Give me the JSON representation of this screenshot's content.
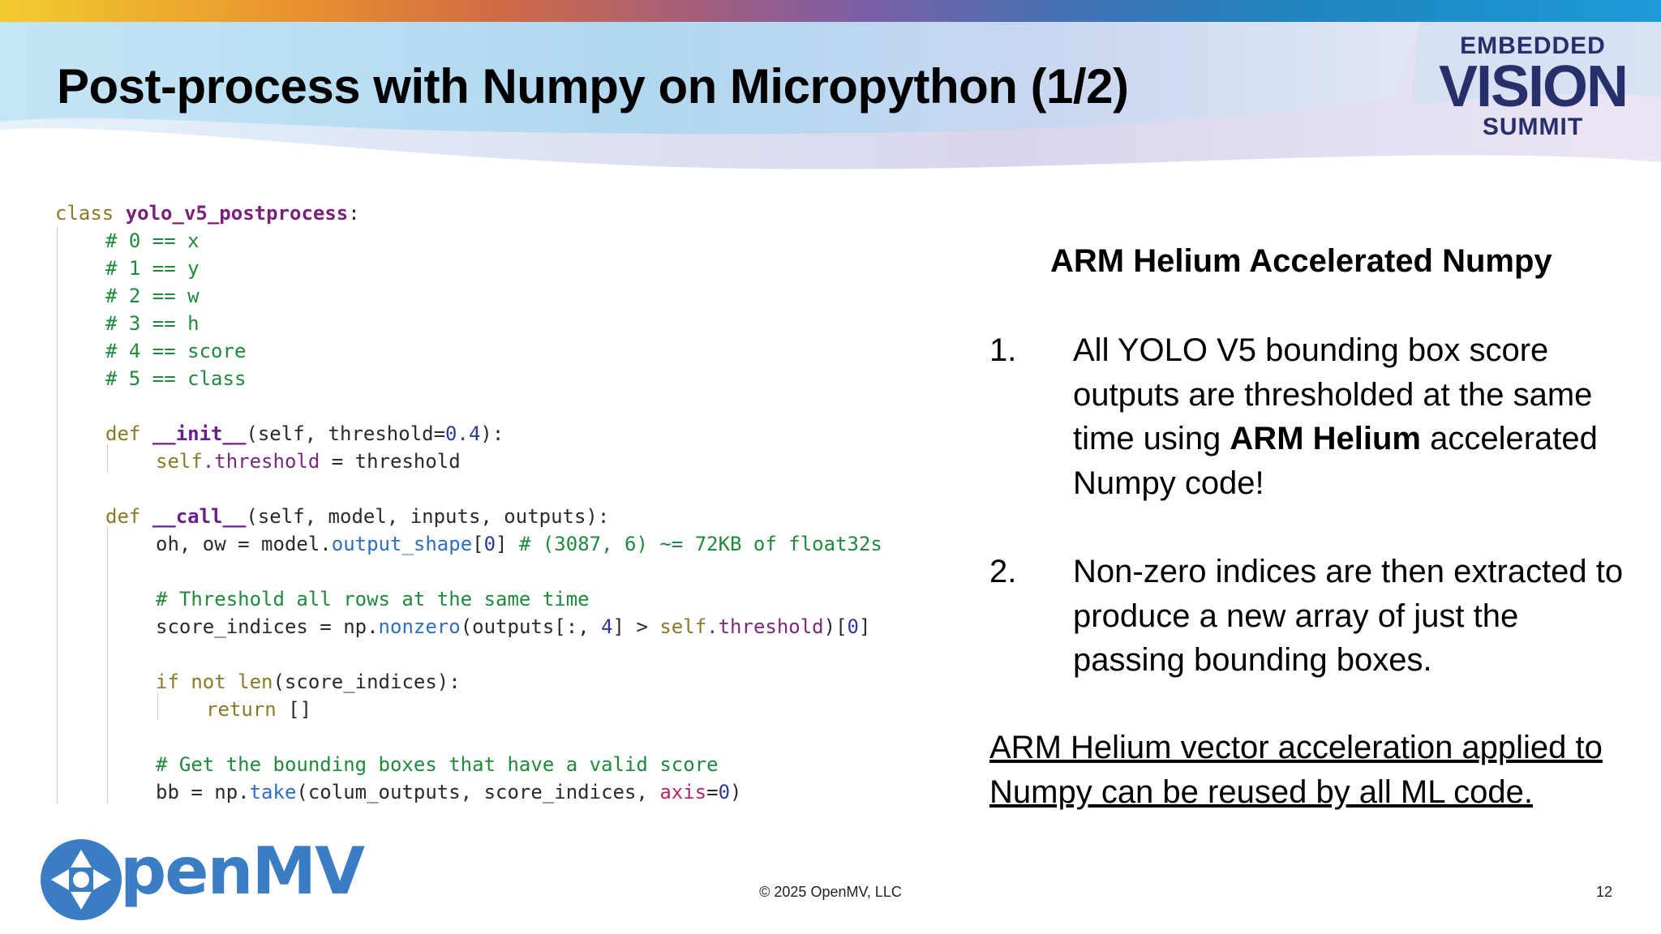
{
  "slide": {
    "title": "Post-process with Numpy on Micropython (1/2)",
    "logo": {
      "line1": "EMBEDDED",
      "line2": "VISION",
      "line3": "SUMMIT"
    },
    "openmv_logo": "penMV",
    "copyright": "© 2025 OpenMV, LLC",
    "page_number": "12"
  },
  "code": {
    "l1_kw": "class",
    "l1_name": "yolo_v5_postprocess",
    "l1_end": ":",
    "c0": "# 0 == x",
    "c1": "# 1 == y",
    "c2": "# 2 == w",
    "c3": "# 3 == h",
    "c4": "# 4 == score",
    "c5": "# 5 == class",
    "init_kw": "def",
    "init_name": "__init__",
    "init_args_a": "(self, threshold=",
    "init_val": "0.4",
    "init_args_b": "):",
    "self1": "self",
    "self1_attr": ".threshold",
    "self1_rest": " = threshold",
    "call_kw": "def",
    "call_name": "__call__",
    "call_args": "(self, model, inputs, outputs):",
    "oh_a": "oh, ow = model.",
    "oh_attr": "output_shape",
    "oh_b": "[",
    "oh_idx": "0",
    "oh_c": "]",
    "oh_comment": " # (3087, 6) ~= 72KB of float32s",
    "cm_threshold": "# Threshold all rows at the same time",
    "si_a": "score_indices = np.",
    "si_fn": "nonzero",
    "si_b": "(outputs[:, ",
    "si_four": "4",
    "si_c": "] > ",
    "si_self": "self",
    "si_attr": ".threshold",
    "si_d": ")[",
    "si_zero": "0",
    "si_e": "]",
    "if_kw": "if not",
    "if_len": " len",
    "if_rest": "(score_indices):",
    "ret_kw": "return",
    "ret_rest": " []",
    "cm_get": "# Get the bounding boxes that have a valid score",
    "bb_a": "bb = np.",
    "bb_fn": "take",
    "bb_b": "(colum_outputs, score_indices, ",
    "bb_axis": "axis",
    "bb_c": "=",
    "bb_zero": "0",
    "bb_d": ")"
  },
  "right": {
    "heading": "ARM Helium Accelerated Numpy",
    "items": [
      {
        "num": "1.",
        "text_a": "All YOLO V5 bounding box score outputs are thresholded at the same time using ",
        "bold": "ARM Helium",
        "text_b": " accelerated Numpy code!"
      },
      {
        "num": "2.",
        "text_a": "Non-zero indices are then extracted to produce a new array of just the passing bounding boxes.",
        "bold": "",
        "text_b": ""
      }
    ],
    "footnote": "ARM Helium vector acceleration applied to Numpy can be reused by all ML code."
  },
  "colors": {
    "title": "#000000",
    "logo_navy": "#27306b",
    "openmv_blue": "#3b7dc4",
    "comment_green": "#1e8a3a",
    "keyword_olive": "#8a7a28",
    "name_purple": "#7a1f7a"
  }
}
